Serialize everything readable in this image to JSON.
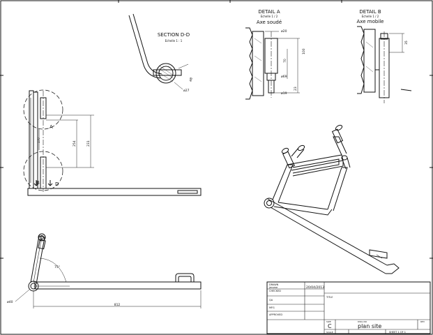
{
  "colors": {
    "ink": "#111111",
    "paper": "#ffffff"
  },
  "section_dd": {
    "title": "SECTION D-D",
    "scale": "Echelle 1 : 1",
    "dim_a": "ø8",
    "dim_b": "ø27"
  },
  "detail_a": {
    "title": "DETAIL A",
    "scale": "Echelle 1 / 2",
    "subtitle": "Axe soudé",
    "dims": [
      "ø20",
      "100",
      "70",
      "ø69",
      "23",
      "ø19"
    ]
  },
  "detail_b": {
    "title": "DETAIL B",
    "scale": "Echelle 1 / 2",
    "subtitle": "Axe mobile",
    "dims": [
      "35"
    ]
  },
  "front_view": {
    "label_a": "A",
    "label_d": "D",
    "label_b": "B",
    "dims": [
      "231",
      "254",
      "170"
    ]
  },
  "side_view": {
    "dims": [
      "ø40",
      "75°",
      "812"
    ]
  },
  "title_block": {
    "drawn_label": "DRAWN",
    "drawn_by": "jerome",
    "drawn_date": "20/04/2013",
    "checked_label": "CHECKED",
    "title_label": "TITLE",
    "qa_label": "QA",
    "mfg_label": "MFG",
    "approved_label": "APPROVED",
    "size_label": "SIZE",
    "size_value": "C",
    "dwg_label": "DWG NO",
    "dwg_value": "plan site",
    "rev_label": "REV",
    "scale_label": "SCALE",
    "sheet": "SHEET 1 OF 1"
  }
}
